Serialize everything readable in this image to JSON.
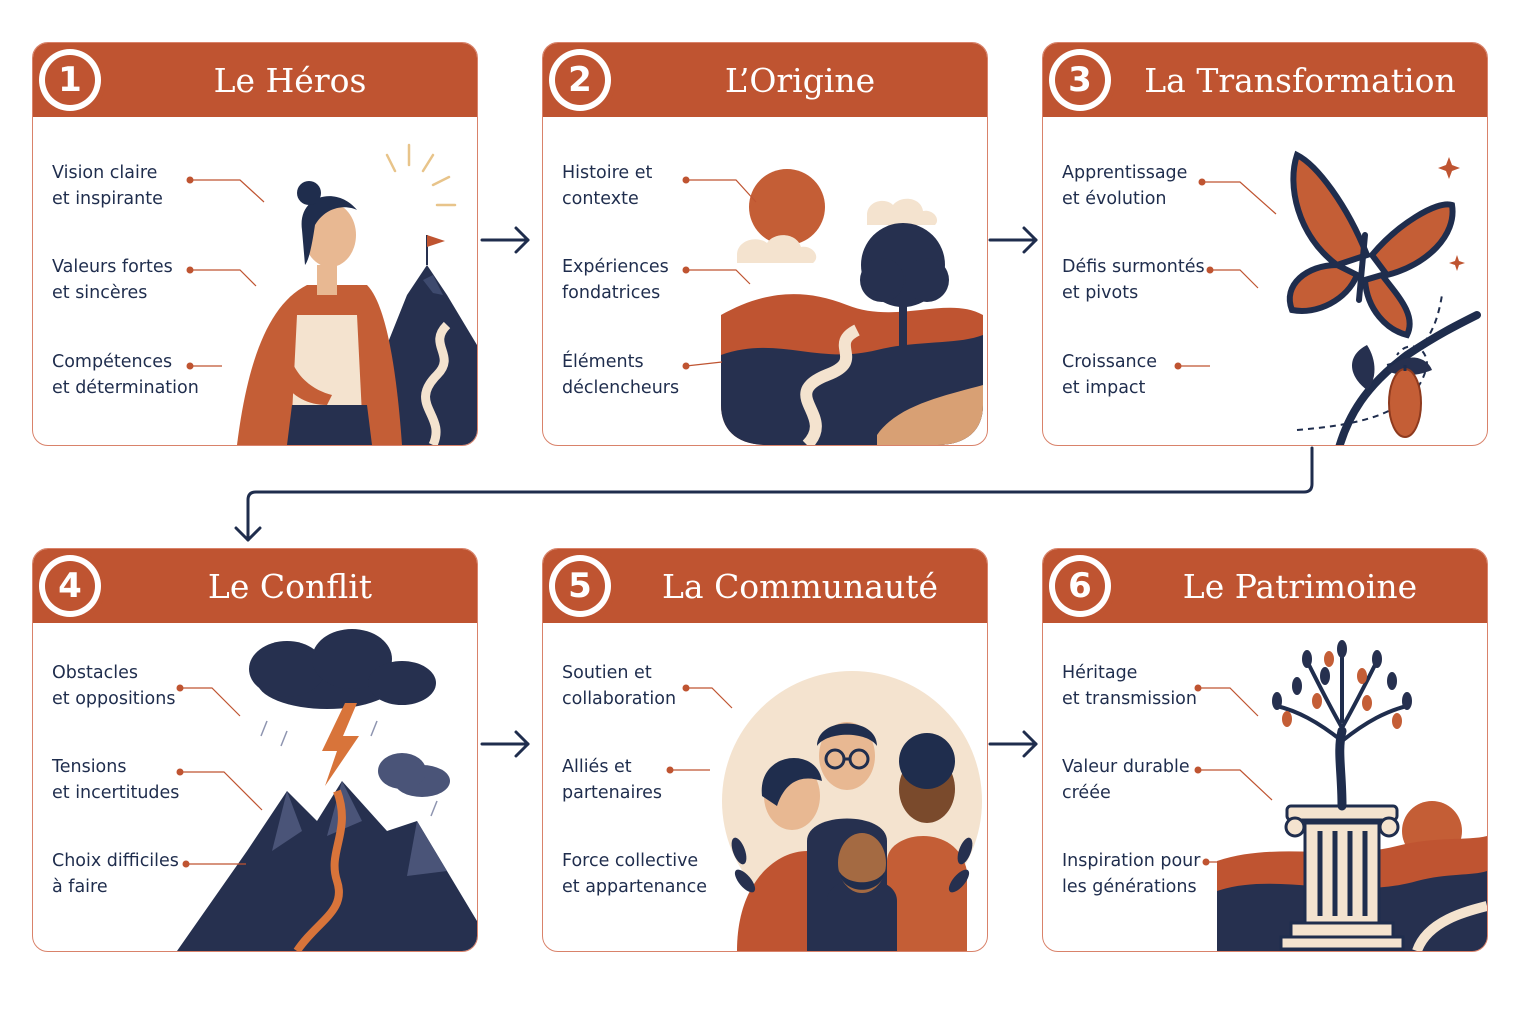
{
  "cards": [
    {
      "number": "1",
      "title": "Le Héros",
      "items": [
        "Vision claire\net inspirante",
        "Valeurs fortes\net sincères",
        "Compétences\net détermination"
      ]
    },
    {
      "number": "2",
      "title": "L’Origine",
      "items": [
        "Histoire et\ncontexte",
        "Expériences\nfondatrices",
        "Éléments\ndéclencheurs"
      ]
    },
    {
      "number": "3",
      "title": "La Transformation",
      "items": [
        "Apprentissage\net évolution",
        "Défis surmontés\net pivots",
        "Croissance\net impact"
      ]
    },
    {
      "number": "4",
      "title": "Le Conflit",
      "items": [
        "Obstacles\net oppositions",
        "Tensions\net incertitudes",
        "Choix difficiles\nà faire"
      ]
    },
    {
      "number": "5",
      "title": "La Communauté",
      "items": [
        "Soutien et\ncollaboration",
        "Alliés et\npartenaires",
        "Force collective\net appartenance"
      ]
    },
    {
      "number": "6",
      "title": "Le Patrimoine",
      "items": [
        "Héritage\net transmission",
        "Valeur durable\ncréée",
        "Inspiration pour\nles générations"
      ]
    }
  ],
  "colors": {
    "accent": "#bf5431",
    "navy": "#1f2d4d",
    "cream": "#f4e3cf",
    "border": "#d9826a"
  }
}
